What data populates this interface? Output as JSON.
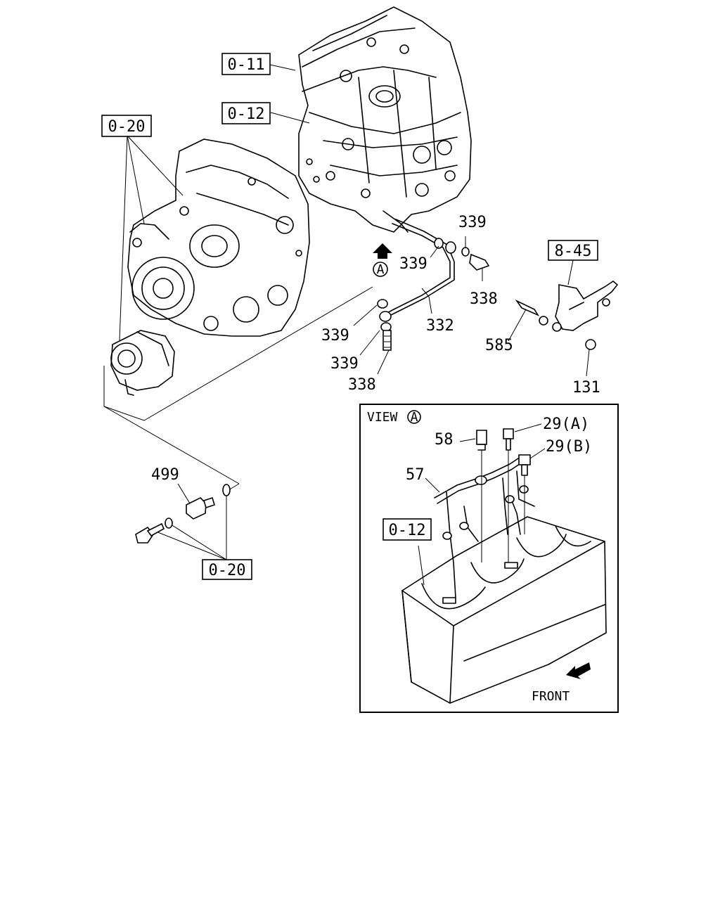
{
  "refs": {
    "ref_0_11": "0-11",
    "ref_0_12_top": "0-12",
    "ref_0_20_top": "0-20",
    "ref_8_45": "8-45",
    "ref_0_20_bottom": "0-20",
    "ref_0_12_view": "0-12"
  },
  "parts": {
    "p339_a": "339",
    "p339_b": "339",
    "p339_c": "339",
    "p339_d": "339",
    "p338_a": "338",
    "p338_b": "338",
    "p332": "332",
    "p585": "585",
    "p131": "131",
    "p499": "499",
    "p58": "58",
    "p57": "57",
    "p29a": "29(A)",
    "p29b": "29(B)"
  },
  "view": {
    "title": "VIEW",
    "marker": "A",
    "front": "FRONT"
  },
  "arrow_marker": "A"
}
